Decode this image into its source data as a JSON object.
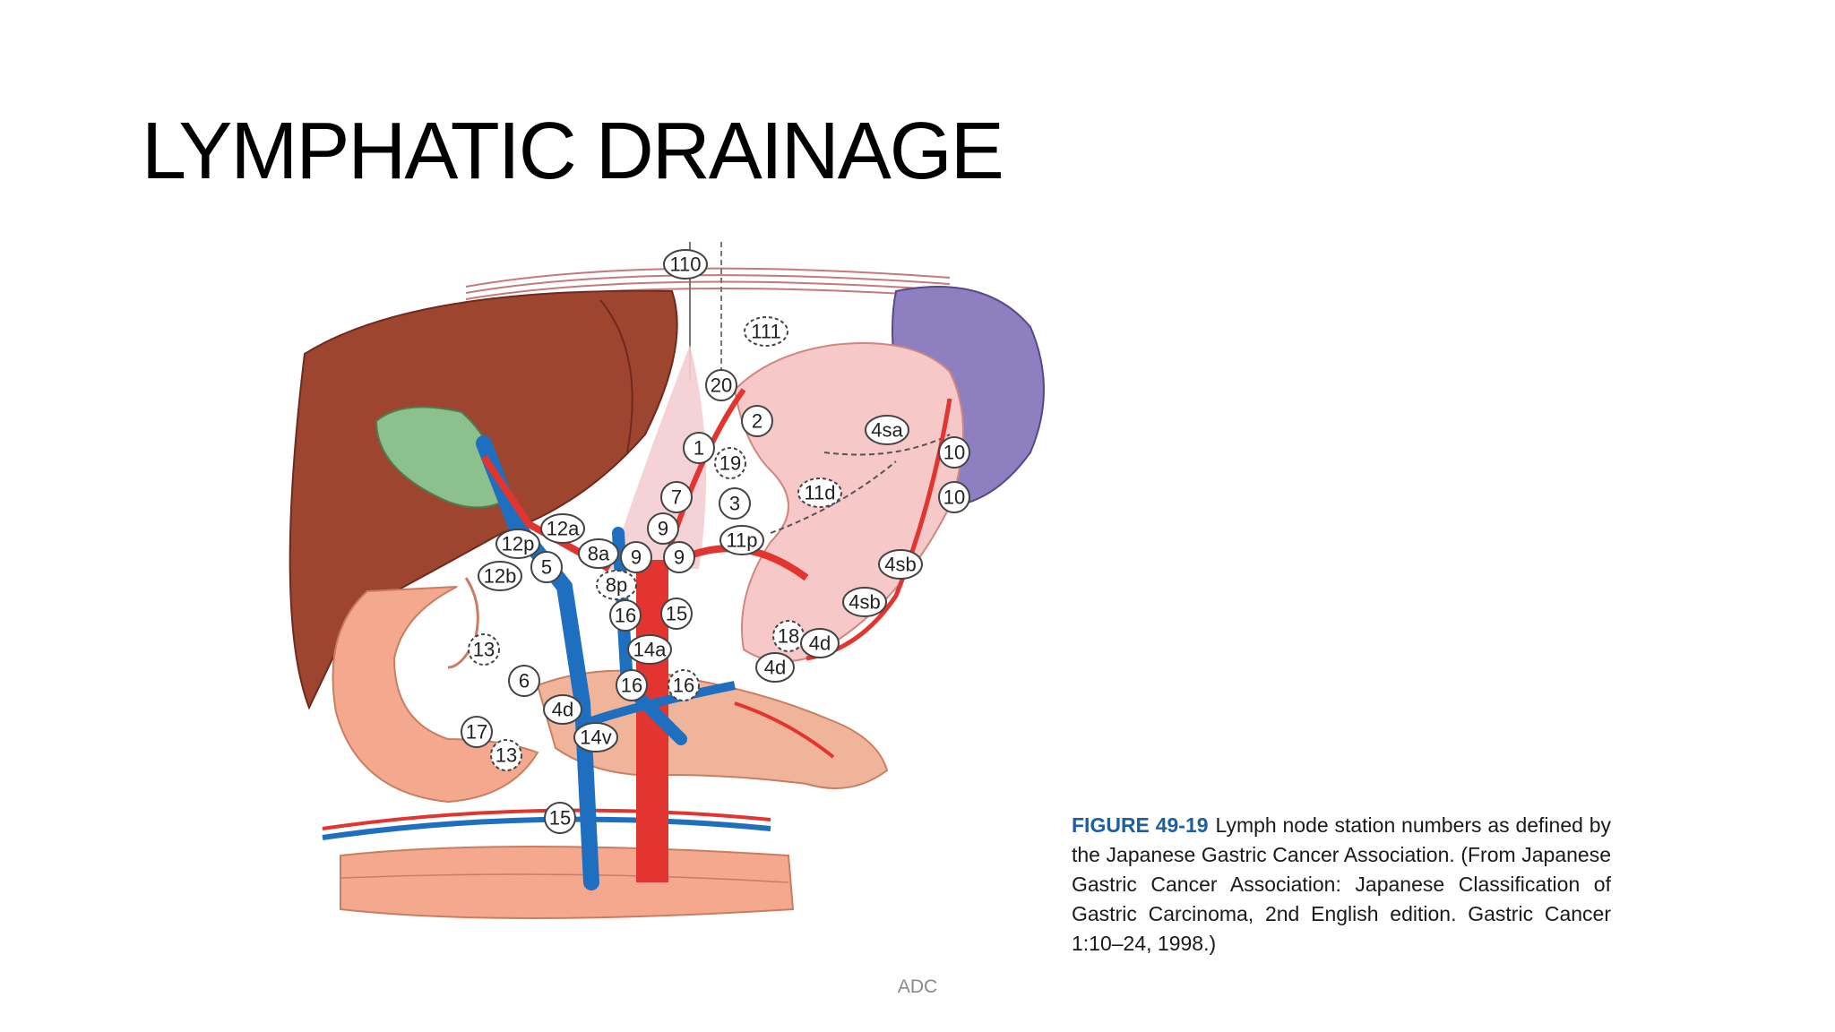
{
  "slide": {
    "title": "LYMPHATIC DRAINAGE",
    "footer": "ADC"
  },
  "figure": {
    "caption_label": "FIGURE 49-19",
    "caption_text": "Lymph node station numbers as defined by the Japanese Gastric Cancer Association. (From Japanese Gastric Cancer Association: Japanese Classification of Gastric Carcinoma, 2nd English edition. Gastric Cancer 1:10–24, 1998.)",
    "nodes": [
      "110",
      "111",
      "20",
      "2",
      "4sa",
      "10",
      "10",
      "1",
      "19",
      "11d",
      "7",
      "3",
      "12a",
      "9",
      "12p",
      "8a",
      "9",
      "9",
      "11p",
      "5",
      "12b",
      "8p",
      "4sb",
      "16",
      "15",
      "4sb",
      "13",
      "14a",
      "18",
      "4d",
      "6",
      "16",
      "16",
      "4d",
      "4d",
      "17",
      "14v",
      "13",
      "15"
    ]
  },
  "colors": {
    "liver": "#9e4530",
    "gallbladder": "#8cc08c",
    "stomach": "#f6c8c8",
    "spleen": "#8d7fc0",
    "pancreas": "#f4a98f",
    "artery": "#e2352f",
    "vein": "#1f6fc0"
  }
}
